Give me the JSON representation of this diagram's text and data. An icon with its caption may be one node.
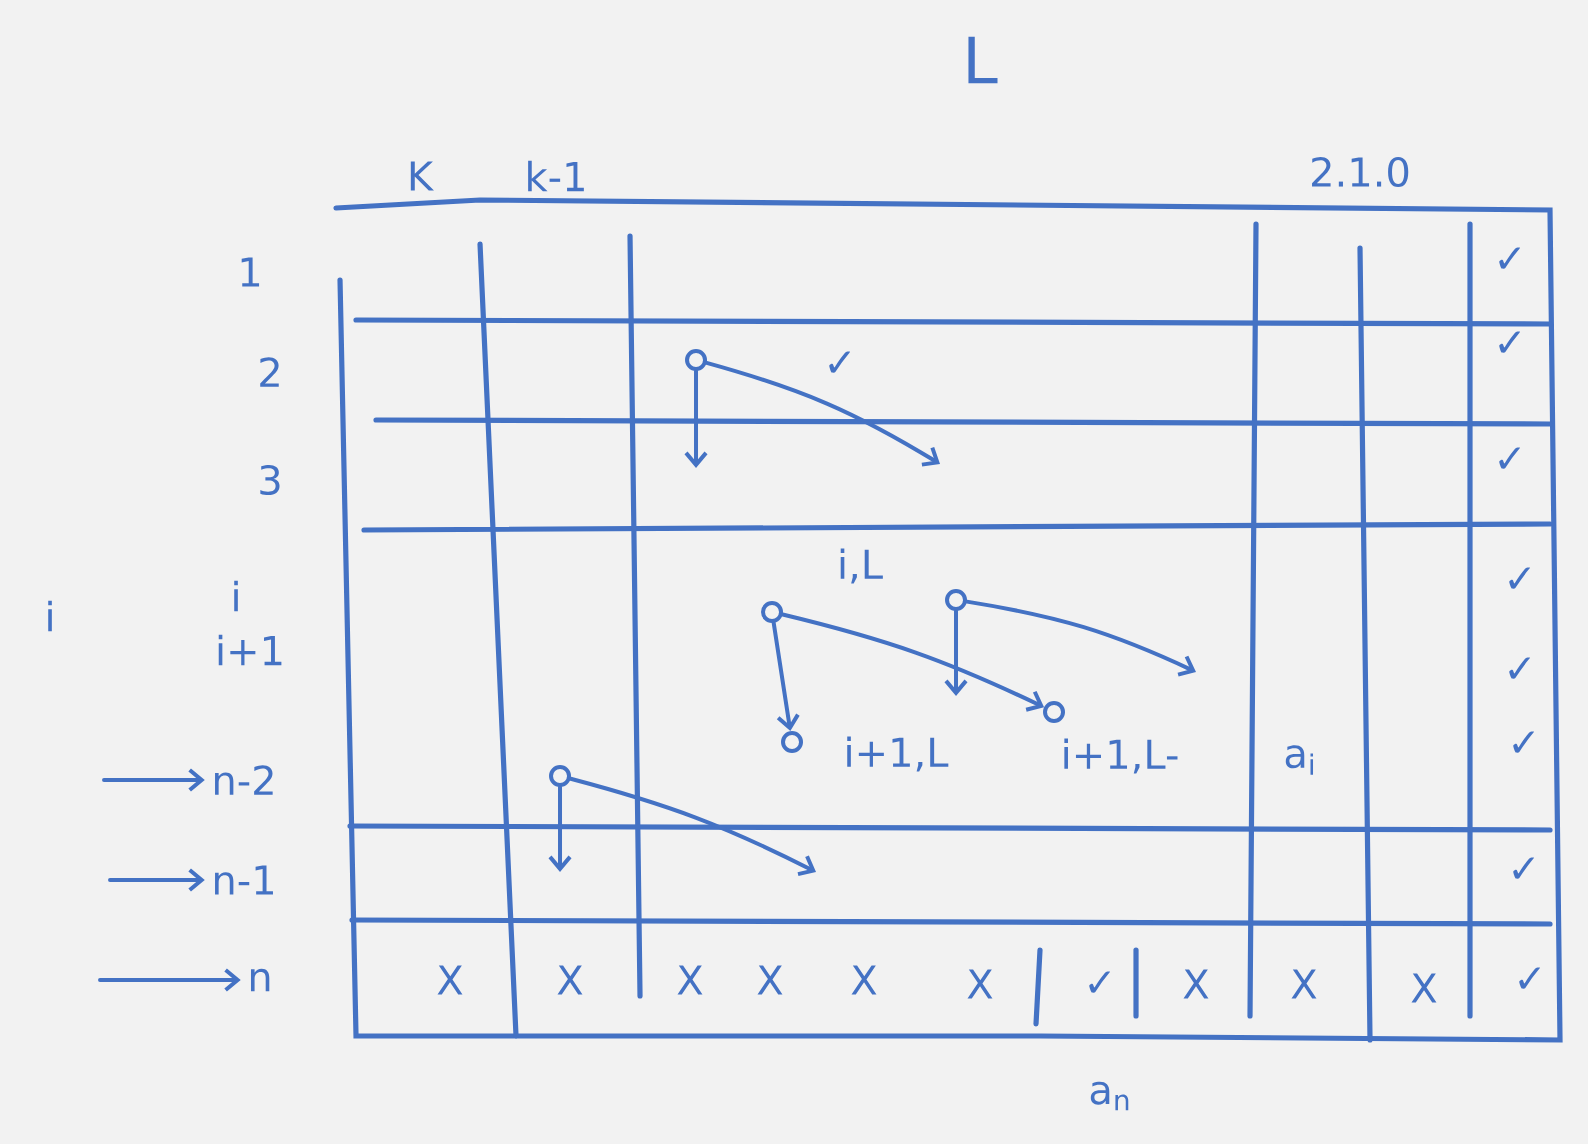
{
  "diagram": {
    "nodes": [
      {
        "text": [],
        "shape": "circle"
      },
      {
        "text": [],
        "shape": "circle"
      },
      {
        "text": [],
        "shape": "circle"
      },
      {
        "text": [],
        "shape": "circle"
      },
      {
        "text": [],
        "shape": "circle"
      },
      {
        "text": [],
        "shape": "circle"
      },
      {
        "text": [
          "n-2"
        ]
      },
      {
        "text": [
          "n-1"
        ]
      },
      {
        "text": [
          "n"
        ]
      }
    ],
    "edges": [
      {
        "from": 0,
        "to": null,
        "arrow": "to"
      },
      {
        "from": 0,
        "to": null,
        "arrow": "to"
      },
      {
        "from": 1,
        "to": 3,
        "arrow": "to"
      },
      {
        "from": 1,
        "to": 4,
        "arrow": "to"
      },
      {
        "from": 2,
        "to": null,
        "arrow": "to"
      },
      {
        "from": 2,
        "to": null,
        "arrow": "to"
      },
      {
        "from": 5,
        "to": null,
        "arrow": "to"
      },
      {
        "from": 5,
        "to": null,
        "arrow": "to"
      },
      {
        "from": null,
        "to": 6,
        "arrow": "to"
      },
      {
        "from": null,
        "to": 7,
        "arrow": "to"
      },
      {
        "from": null,
        "to": 8,
        "arrow": "to"
      }
    ],
    "labels": [
      "L",
      "K",
      "k-1",
      "2.1.0",
      "1",
      "✓",
      "2",
      "✓",
      "✓",
      "3",
      "✓",
      "i",
      "i,L",
      "i",
      "✓",
      "i+1",
      "✓",
      "i+1,L",
      "i+1,L-",
      "a$_{i}$",
      "✓",
      "✓",
      "X",
      "X",
      "X",
      "X",
      "X",
      "X",
      "✓",
      "X",
      "X",
      "X",
      "✓",
      "a$_{n}$"
    ]
  }
}
